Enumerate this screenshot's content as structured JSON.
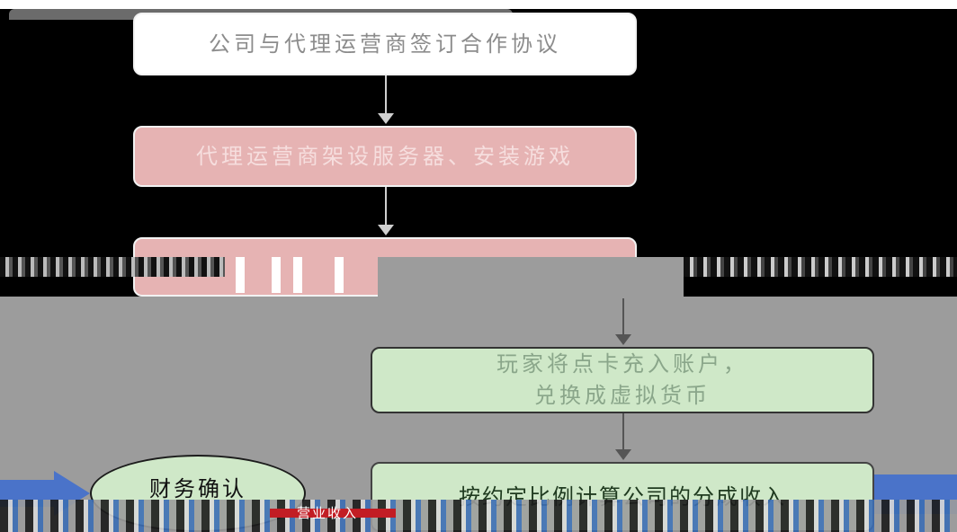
{
  "flow": {
    "step1": "公司与代理运营商签订合作协议",
    "step2": "代理运营商架设服务器、安装游戏",
    "step4_line1": "玩家将点卡充入账户，",
    "step4_line2": "兑换成虚拟货币",
    "step5": "按约定比例计算公司的分成收入",
    "finance_confirm": "财务确认",
    "bottom_label": "营业收入"
  },
  "colors": {
    "pink_box": "#e6b3b3",
    "green_box": "#cfe8c8",
    "blue_arrow": "#4a73c9",
    "background": "#000000",
    "gray_band": "#9c9c9c"
  }
}
